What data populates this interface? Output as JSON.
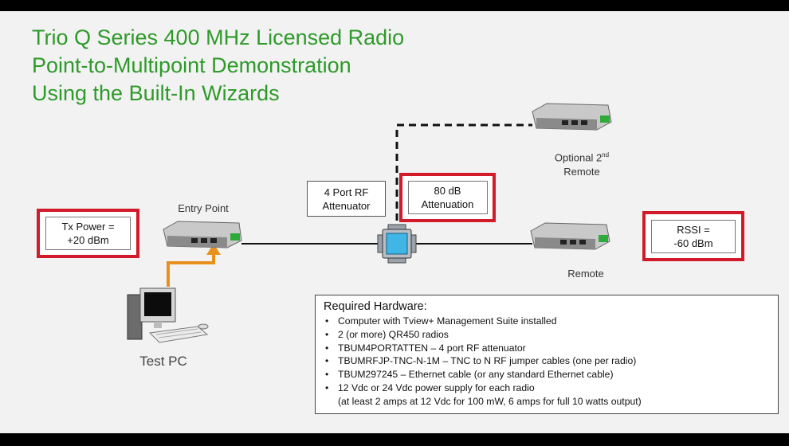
{
  "title": {
    "line1": "Trio Q Series 400 MHz Licensed Radio",
    "line2": "Point-to-Multipoint Demonstration",
    "line3": "Using the Built-In Wizards"
  },
  "labels": {
    "entry_point": "Entry Point",
    "optional_remote_1": "Optional 2",
    "optional_remote_sup": "nd",
    "optional_remote_2": "Remote",
    "remote": "Remote",
    "test_pc": "Test PC"
  },
  "boxes": {
    "tx_power_1": "Tx Power =",
    "tx_power_2": "+20 dBm",
    "rssi_1": "RSSI =",
    "rssi_2": "-60 dBm",
    "attenuator_1": "4 Port RF",
    "attenuator_2": "Attenuator",
    "attenuation_1": "80 dB",
    "attenuation_2": "Attenuation"
  },
  "hardware": {
    "heading": "Required Hardware:",
    "items": [
      "Computer with Tview+ Management Suite installed",
      "2 (or more) QR450 radios",
      "TBUM4PORTATTEN – 4 port RF attenuator",
      "TBUMRFJP-TNC-N-1M – TNC to N RF jumper cables (one per radio)",
      "TBUM297245 – Ethernet cable (or any standard Ethernet cable)",
      "12 Vdc or 24 Vdc power supply for each radio"
    ],
    "continuation": "(at least 2 amps at 12 Vdc for 100 mW, 6 amps for full 10 watts output)"
  },
  "colors": {
    "title_green": "#2e9a2a",
    "highlight_red": "#d11a2a",
    "cable_orange": "#e8901e",
    "attenuator_blue": "#3fb6e6"
  }
}
